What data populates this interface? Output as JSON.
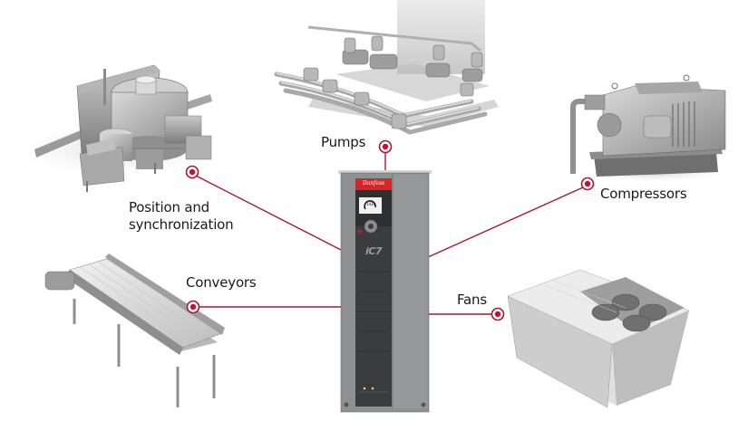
{
  "diagram": {
    "center": {
      "name": "iC7 drive",
      "model_label": "iC7",
      "brand_label": "Danfoss",
      "display_readout": "1430"
    },
    "applications": [
      {
        "id": "position",
        "label_lines": [
          "Position and",
          "synchronization"
        ],
        "illustration": "rotary-machine"
      },
      {
        "id": "pumps",
        "label_lines": [
          "Pumps"
        ],
        "illustration": "pump-piping"
      },
      {
        "id": "compressors",
        "label_lines": [
          "Compressors"
        ],
        "illustration": "compressor"
      },
      {
        "id": "conveyors",
        "label_lines": [
          "Conveyors"
        ],
        "illustration": "conveyor-belt"
      },
      {
        "id": "fans",
        "label_lines": [
          "Fans"
        ],
        "illustration": "condenser-fan-unit"
      }
    ],
    "colors": {
      "connector": "#a6192e",
      "marker": "#c8102e",
      "brand_red": "#d3262b",
      "drive_body": "#8e8f91",
      "drive_front": "#3b3c3e"
    }
  }
}
